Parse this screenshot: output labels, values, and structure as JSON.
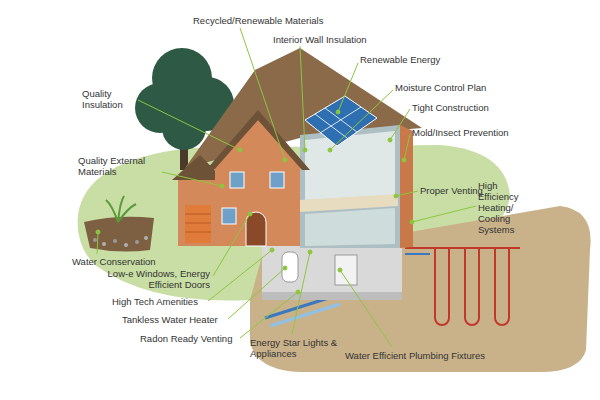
{
  "diagram": {
    "labels": [
      "Recycled/Renewable Materials",
      "Interior Wall Insulation",
      "Renewable Energy",
      "Quality Insulation",
      "Moisture Control Plan",
      "Tight Construction",
      "Mold/Insect Prevention",
      "Quality External Materials",
      "Proper Venting",
      "High Efficiency Heating/ Cooling Systems",
      "Water Conservation",
      "Low-e Windows, Energy Efficient Doors",
      "High Tech Amenities",
      "Tankless Water Heater",
      "Radon Ready Venting",
      "Energy Star Lights & Appliances",
      "Water Efficient Plumbing Fixtures"
    ]
  }
}
